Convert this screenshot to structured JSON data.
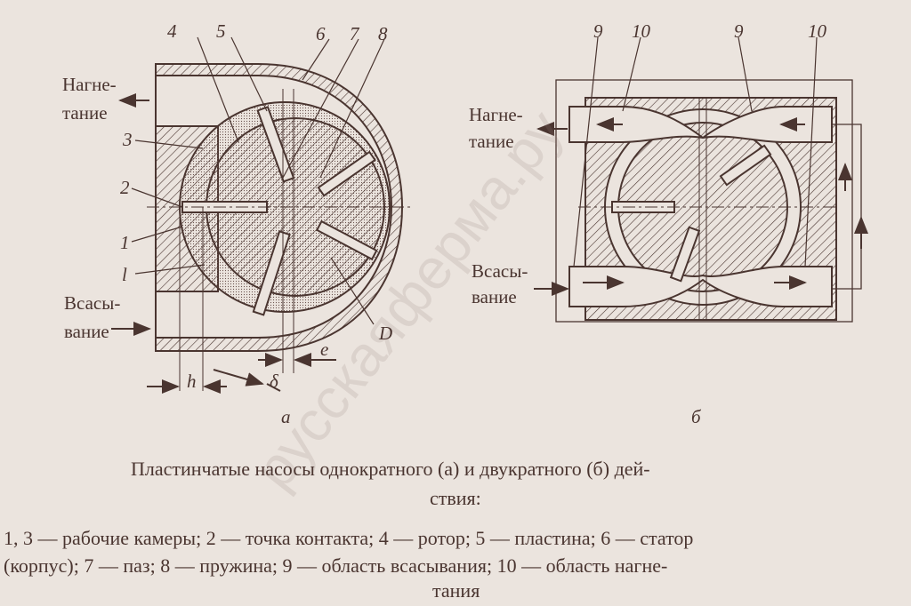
{
  "diagram_a": {
    "discharge_label_1": "Нагне-",
    "discharge_label_2": "тание",
    "suction_label_1": "Всасы-",
    "suction_label_2": "вание",
    "numbers": [
      "1",
      "l",
      "2",
      "3",
      "4",
      "5",
      "6",
      "7",
      "8"
    ],
    "dims": {
      "h": "h",
      "delta": "δ",
      "e": "e",
      "D": "D"
    },
    "sublabel": "а"
  },
  "diagram_b": {
    "discharge_label_1": "Нагне-",
    "discharge_label_2": "тание",
    "suction_label_1": "Всасы-",
    "suction_label_2": "вание",
    "numbers": [
      "9",
      "10",
      "9",
      "10"
    ],
    "sublabel": "б"
  },
  "caption": {
    "title_line1": "Пластинчатые насосы однократного (а) и двукратного (б) дей-",
    "title_line2": "ствия:",
    "legend_line1": "1, 3 — рабочие камеры; 2 — точка контакта; 4 — ротор; 5 — пластина; 6 — статор",
    "legend_line2": "(корпус); 7 — паз; 8 — пружина; 9 — область всасывания; 10 — область нагне-",
    "legend_line3": "тания"
  },
  "watermark": "русскаяферма.ру",
  "colors": {
    "ink": "#4a3530",
    "paper": "#ebe4de"
  }
}
